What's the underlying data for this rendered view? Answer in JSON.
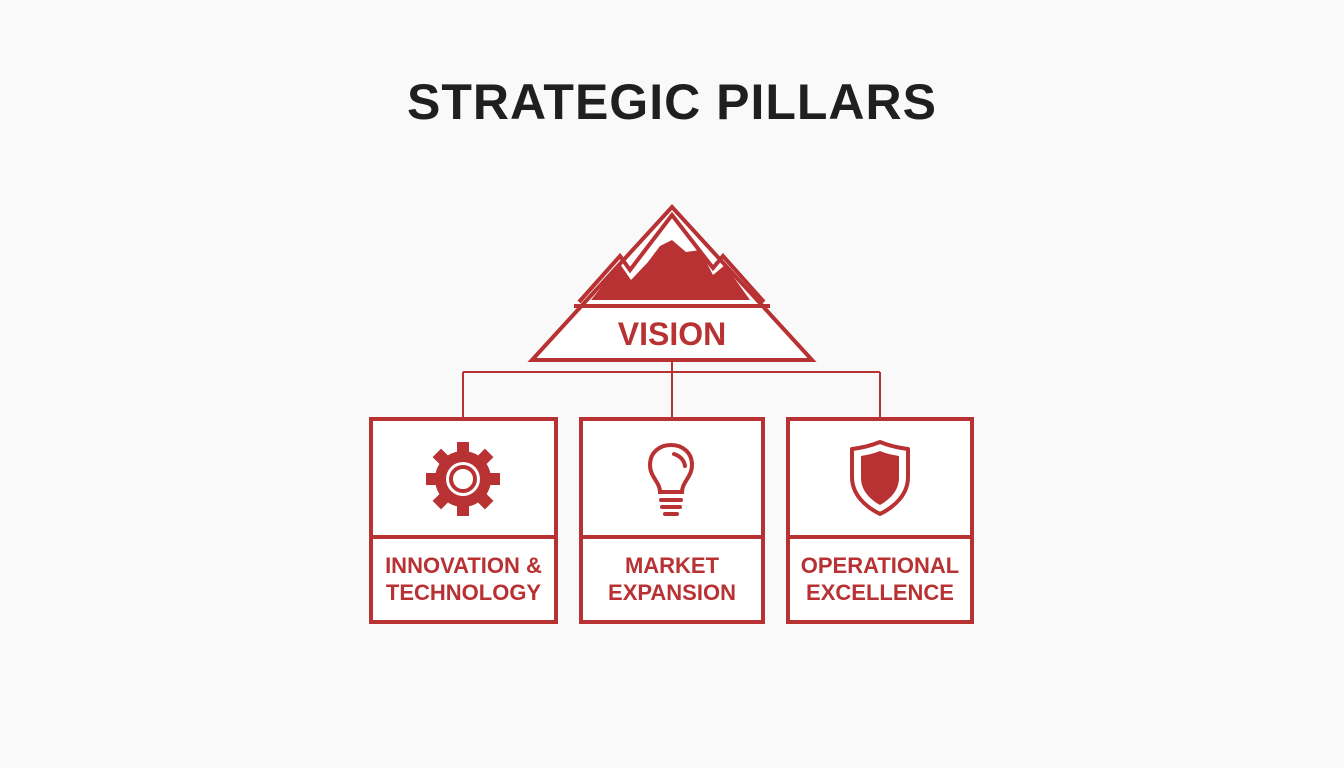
{
  "title": "STRATEGIC PILLARS",
  "vision": {
    "label": "VISION",
    "icon": "mountain-icon"
  },
  "pillars": [
    {
      "line1": "INNOVATION &",
      "line2": "TECHNOLOGY",
      "icon": "gear-icon"
    },
    {
      "line1": "MARKET",
      "line2": "EXPANSION",
      "icon": "lightbulb-icon"
    },
    {
      "line1": "OPERATIONAL",
      "line2": "EXCELLENCE",
      "icon": "shield-icon"
    }
  ],
  "colors": {
    "accent": "#b83234",
    "title": "#1f1f1f",
    "background": "#f9f9f9"
  }
}
